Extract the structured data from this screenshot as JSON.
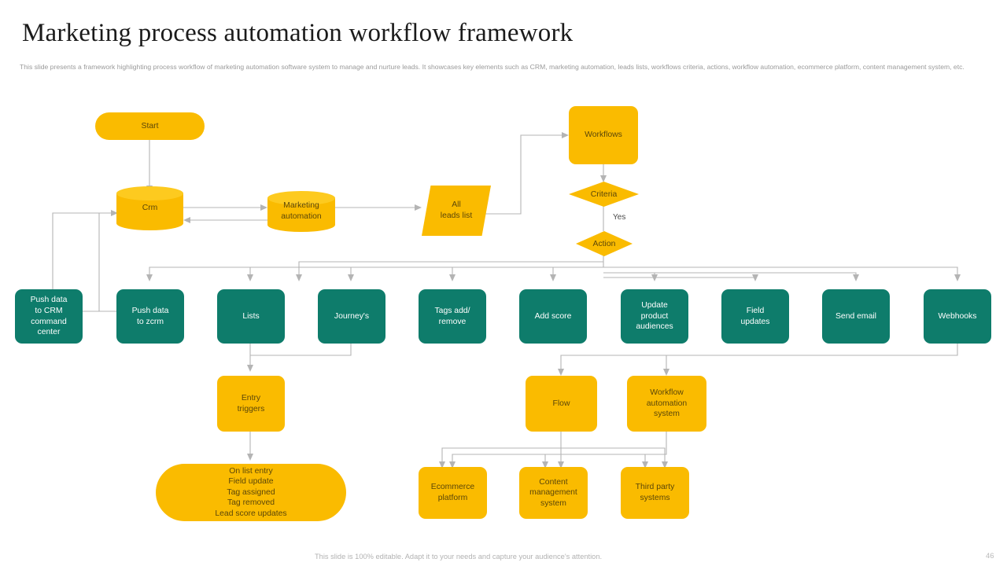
{
  "header": {
    "title": "Marketing process automation workflow framework",
    "subtitle": "This slide presents a framework  highlighting process workflow of marketing automation software system to manage and nurture leads. It showcases key elements such as CRM, marketing automation, leads lists, workflows criteria, actions, workflow automation, ecommerce platform, content management system, etc."
  },
  "footer": {
    "note": "This slide is 100% editable. Adapt it to your needs and capture your audience's attention.",
    "page_number": "46"
  },
  "colors": {
    "amber": "#FABB00",
    "amber_light": "#FDCA1F",
    "teal": "#0E7C6B",
    "connector": "#b4b4b4",
    "title_text": "#1b1b1b",
    "subtitle_text": "#9a9a9a"
  },
  "diagram": {
    "type": "flowchart",
    "nodes": [
      {
        "id": "start",
        "label": "Start",
        "shape": "pill",
        "color": "amber"
      },
      {
        "id": "crm",
        "label": "Crm",
        "shape": "cylinder",
        "color": "amber"
      },
      {
        "id": "marketing_auto",
        "label": "Marketing\nautomation",
        "shape": "cylinder",
        "color": "amber"
      },
      {
        "id": "all_leads_list",
        "label": "All\nleads list",
        "shape": "parallelogram",
        "color": "amber"
      },
      {
        "id": "workflows",
        "label": "Workflows",
        "shape": "rounded-rect",
        "color": "amber"
      },
      {
        "id": "criteria",
        "label": "Criteria",
        "shape": "diamond",
        "color": "amber"
      },
      {
        "id": "action",
        "label": "Action",
        "shape": "diamond",
        "color": "amber"
      },
      {
        "id": "push_crm_cmd",
        "label": "Push data\nto CRM\ncommand\ncenter",
        "shape": "rounded-rect",
        "color": "teal"
      },
      {
        "id": "push_zcrm",
        "label": "Push data\nto zcrm",
        "shape": "rounded-rect",
        "color": "teal"
      },
      {
        "id": "lists",
        "label": "Lists",
        "shape": "rounded-rect",
        "color": "teal"
      },
      {
        "id": "journeys",
        "label": "Journey's",
        "shape": "rounded-rect",
        "color": "teal"
      },
      {
        "id": "tags_add_remove",
        "label": "Tags add/\nremove",
        "shape": "rounded-rect",
        "color": "teal"
      },
      {
        "id": "add_score",
        "label": "Add score",
        "shape": "rounded-rect",
        "color": "teal"
      },
      {
        "id": "update_product",
        "label": "Update\nproduct\naudiences",
        "shape": "rounded-rect",
        "color": "teal"
      },
      {
        "id": "field_updates",
        "label": "Field\nupdates",
        "shape": "rounded-rect",
        "color": "teal"
      },
      {
        "id": "send_email",
        "label": "Send email",
        "shape": "rounded-rect",
        "color": "teal"
      },
      {
        "id": "webhooks",
        "label": "Webhooks",
        "shape": "rounded-rect",
        "color": "teal"
      },
      {
        "id": "entry_triggers",
        "label": "Entry\ntriggers",
        "shape": "rounded-rect",
        "color": "amber"
      },
      {
        "id": "trigger_list",
        "label": "On list entry\nField update\nTag assigned\nTag removed\nLead score updates",
        "shape": "pill",
        "color": "amber"
      },
      {
        "id": "flow",
        "label": "Flow",
        "shape": "rounded-rect",
        "color": "amber"
      },
      {
        "id": "workflow_auto_sys",
        "label": "Workflow\nautomation\nsystem",
        "shape": "rounded-rect",
        "color": "amber"
      },
      {
        "id": "ecommerce",
        "label": "Ecommerce\nplatform",
        "shape": "rounded-rect",
        "color": "amber"
      },
      {
        "id": "cms",
        "label": "Content\nmanagement\nsystem",
        "shape": "rounded-rect",
        "color": "amber"
      },
      {
        "id": "third_party",
        "label": "Third party\nsystems",
        "shape": "rounded-rect",
        "color": "amber"
      }
    ],
    "edge_labels": [
      {
        "id": "criteria_yes",
        "label": "Yes"
      }
    ]
  }
}
